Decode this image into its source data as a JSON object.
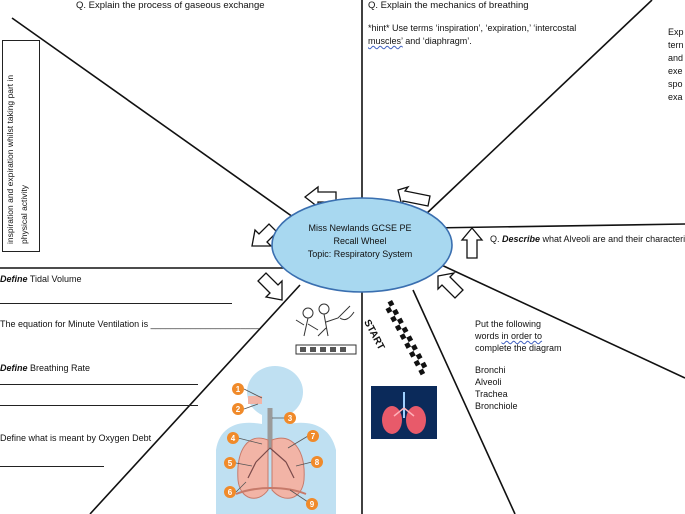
{
  "segments": {
    "top_left_question": "Q. Explain the process of gaseous exchange",
    "top_right_question": "Q. Explain the mechanics of breathing",
    "hint_lines": [
      "*hint* Use terms ‘inspiration’, ‘expiration,’ ‘intercostal",
      "muscles’ and ‘diaphragm’."
    ],
    "hint_line2_underlined": "muscles’",
    "hint_line2_rest": " and ‘diaphragm’.",
    "far_right_fragments": [
      "Exp",
      "tern",
      "and",
      "exe",
      "spo",
      "exa"
    ],
    "left_vertical_lines": [
      "inspiration and expiration whilst taking part in",
      "physical activity"
    ],
    "alveoli_question_prefix": "Q. ",
    "alveoli_question_bold": "Describe",
    "alveoli_question_rest": " what Alveoli are and their characteristics",
    "tidal_volume_bold": "Define",
    "tidal_volume_rest": " Tidal Volume",
    "minute_ventilation": "The equation for Minute Ventilation is ______________________",
    "breathing_rate_bold": "Define",
    "breathing_rate_rest": " Breathing Rate",
    "oxygen_debt": "Define what is meant by Oxygen Debt",
    "diagram_instruction_line1": "Put the following",
    "diagram_instruction_line2_a": "words ",
    "diagram_instruction_line2_u": "in order to",
    "diagram_instruction_line3": "complete the diagram",
    "words": [
      "Bronchi",
      "Alveoli",
      "Trachea",
      "Bronchiole"
    ]
  },
  "center": {
    "line1": "Miss Newlands GCSE PE",
    "line2": "Recall Wheel",
    "line3": "Topic: Respiratory System"
  },
  "start_flag_text": "START",
  "diagram_numbers": [
    "1",
    "2",
    "3",
    "4",
    "5",
    "6",
    "7",
    "8",
    "9"
  ],
  "colors": {
    "center_fill": "#a8d8f0",
    "center_stroke": "#3a6fb0",
    "number_badge": "#f08a2a",
    "body_fill": "#bfe0f2",
    "lung_fill": "#f2b4a6"
  }
}
